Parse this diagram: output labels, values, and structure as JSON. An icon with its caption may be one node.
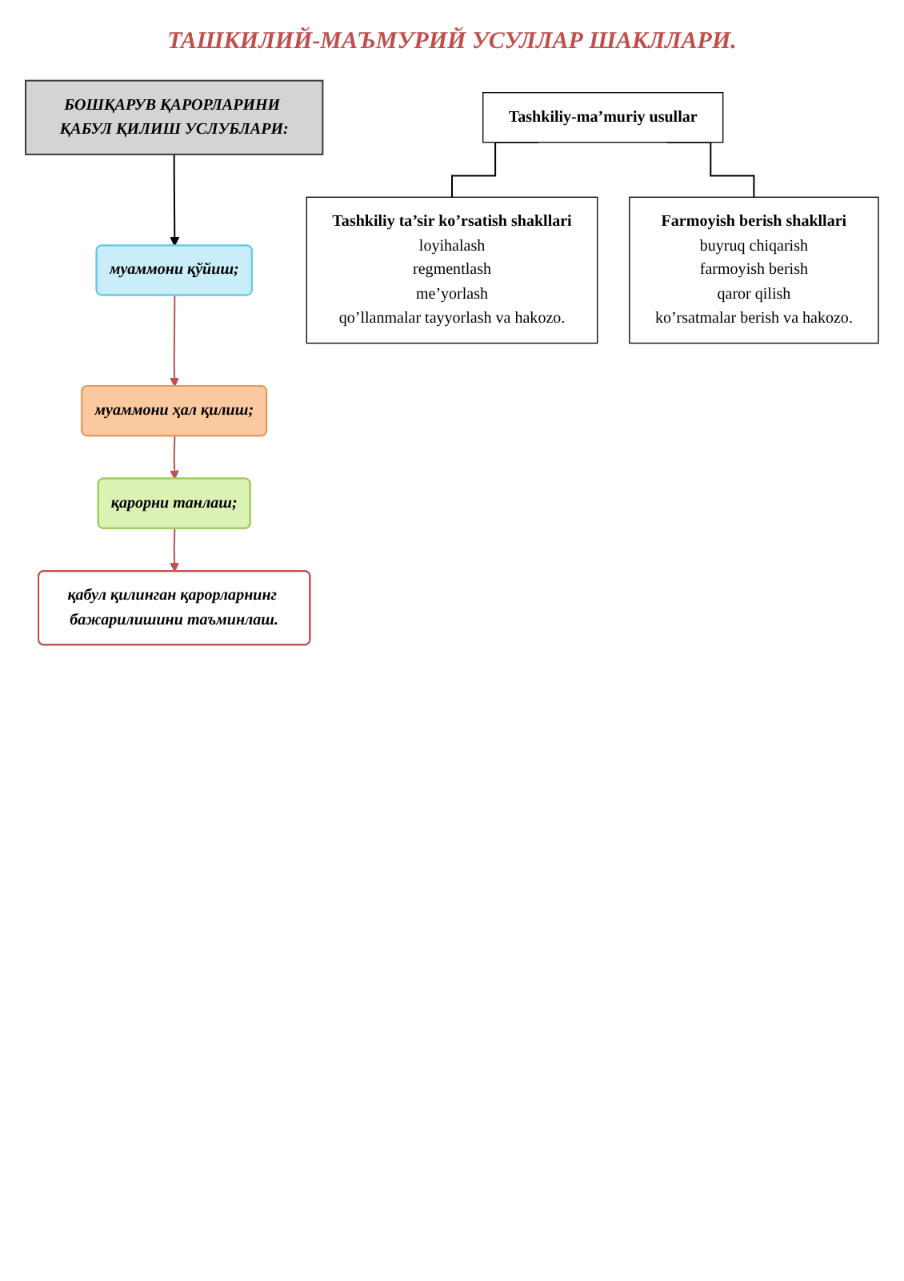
{
  "diagram": {
    "nodes": [
      {
        "text": [
          "БОШҚАРУВ ҚАРОРЛАРИНИ ҚАБУЛ ҚИЛИШ УСЛУБЛАРИ:"
        ]
      },
      {
        "text": [
          "муаммони қўйиш;"
        ]
      },
      {
        "text": [
          "муаммони ҳал қилиш;"
        ]
      },
      {
        "text": [
          "қарорни танлаш;"
        ]
      },
      {
        "text": [
          "қабул қилинган қарорларнинг бажарилишини таъминлаш."
        ]
      },
      {
        "text": [
          "Tashkiliy-ma’muriy usullar"
        ]
      },
      {
        "text": [
          "Tashkiliy ta’sir ko’rsatish shakllari",
          "loyihalash",
          "regmentlash",
          "me’yorlash",
          "qo’llanmalar tayyorlash va hakozo."
        ]
      },
      {
        "text": [
          "Farmoyish berish shakllari",
          "buyruq chiqarish",
          "farmoyish berish",
          "qaror qilish",
          "ko’rsatmalar berish va hakozo."
        ]
      }
    ],
    "edges": [
      {
        "from": 0,
        "to": 1,
        "arrow": "to"
      },
      {
        "from": 1,
        "to": 2,
        "arrow": "to",
        "color": "#c0504d"
      },
      {
        "from": 2,
        "to": 3,
        "arrow": "to",
        "color": "#c0504d"
      },
      {
        "from": 3,
        "to": 4,
        "arrow": "to",
        "color": "#c0504d"
      },
      {
        "from": 5,
        "to": 6,
        "arrow": "none"
      },
      {
        "from": 5,
        "to": 7,
        "arrow": "none"
      }
    ],
    "labels": [
      "ТАШКИЛИЙ-МАЪМУРИЙ УСУЛЛАР ШАКЛЛАРИ."
    ]
  }
}
